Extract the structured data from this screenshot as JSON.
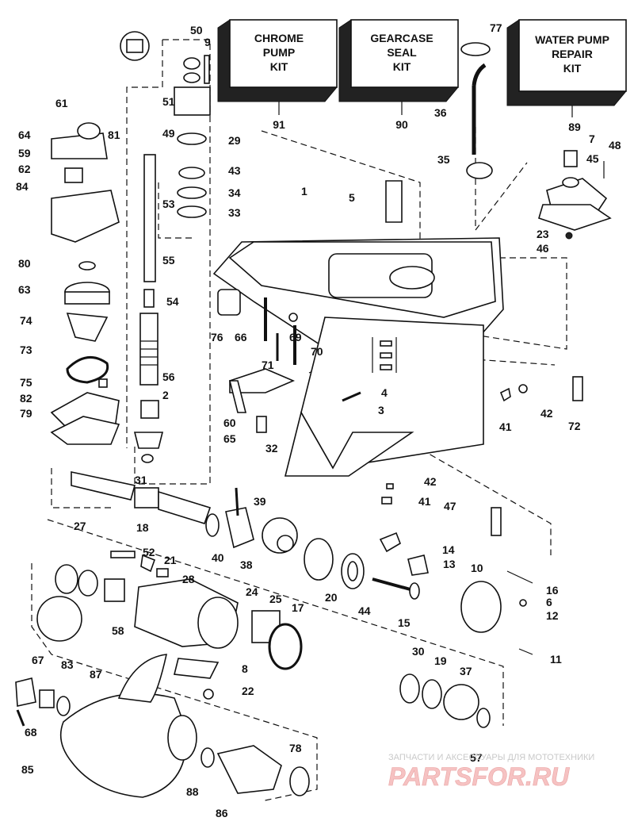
{
  "kits": [
    {
      "id": "chrome-pump-kit",
      "lines": [
        "CHROME",
        "PUMP",
        "KIT"
      ],
      "ref": "91"
    },
    {
      "id": "gearcase-seal-kit",
      "lines": [
        "GEARCASE",
        "SEAL",
        "KIT"
      ],
      "ref": "90"
    },
    {
      "id": "water-pump-repair-kit",
      "lines": [
        "WATER PUMP",
        "REPAIR",
        "KIT"
      ],
      "ref": "89"
    }
  ],
  "callouts": [
    "50",
    "9",
    "51",
    "49",
    "29",
    "43",
    "34",
    "33",
    "53",
    "55",
    "54",
    "56",
    "2",
    "32",
    "31",
    "61",
    "64",
    "81",
    "59",
    "62",
    "84",
    "80",
    "63",
    "74",
    "73",
    "75",
    "82",
    "79",
    "1",
    "5",
    "77",
    "36",
    "35",
    "7",
    "48",
    "45",
    "23",
    "46",
    "76",
    "66",
    "69",
    "70",
    "71",
    "60",
    "65",
    "4",
    "3",
    "41",
    "42",
    "72",
    "39",
    "18",
    "40",
    "38",
    "14",
    "13",
    "20",
    "44",
    "15",
    "47",
    "10",
    "16",
    "6",
    "12",
    "11",
    "42",
    "41",
    "27",
    "52",
    "21",
    "28",
    "58",
    "24",
    "25",
    "17",
    "8",
    "22",
    "30",
    "19",
    "37",
    "57",
    "67",
    "83",
    "87",
    "68",
    "85",
    "88",
    "86",
    "78"
  ],
  "watermark": {
    "line1": "ЗАПЧАСТИ И АКСЕССУАРЫ ДЛЯ МОТОТЕХНИКИ",
    "line2": "PARTSFOR.RU"
  }
}
